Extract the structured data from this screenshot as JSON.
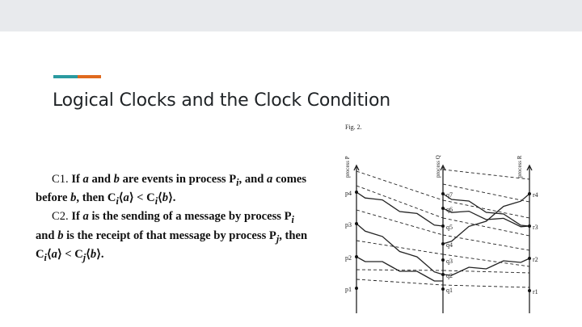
{
  "slide": {
    "title": "Logical Clocks and the Clock Condition",
    "accent_colors": {
      "teal": "#2a9aa0",
      "orange": "#e06a1e"
    },
    "band_color": "#e8eaed"
  },
  "conditions": {
    "c1_label": "C1.",
    "c1_bold1": " If ",
    "c1_a": "a",
    "c1_bold2": " and ",
    "c1_b": "b",
    "c1_bold3": " are events in process P",
    "c1_i": "i",
    "c1_bold4": ", and ",
    "c1_a2": "a",
    "c1_bold5": " comes",
    "c1_line2_1": "before ",
    "c1_line2_b": "b",
    "c1_line2_2": ", then C",
    "c1_line2_sub1": "i",
    "c1_line2_3": "⟨",
    "c1_line2_a": "a",
    "c1_line2_4": "⟩ < C",
    "c1_line2_sub2": "i",
    "c1_line2_5": "⟨",
    "c1_line2_b2": "b",
    "c1_line2_6": "⟩.",
    "c2_label": "C2.",
    "c2_1": " If ",
    "c2_a": "a",
    "c2_2": " is the sending of a message by process P",
    "c2_i": "i",
    "c2_line2_1": "and ",
    "c2_line2_b": "b",
    "c2_line2_2": " is the receipt of that message by process P",
    "c2_line2_j": "j",
    "c2_line2_3": ", then",
    "c2_line3_1": "C",
    "c2_line3_i": "i",
    "c2_line3_2": "⟨",
    "c2_line3_a": "a",
    "c2_line3_3": "⟩ < C",
    "c2_line3_j": "j",
    "c2_line3_4": "⟨",
    "c2_line3_b": "b",
    "c2_line3_5": "⟩."
  },
  "figure": {
    "caption": "Fig. 2.",
    "process_p": "process P",
    "process_q": "process Q",
    "process_r": "process R",
    "p_labels": [
      "p1",
      "p2",
      "p3",
      "p4"
    ],
    "q_labels": [
      "q1",
      "q2",
      "q3",
      "q4",
      "q5",
      "q6",
      "q7"
    ],
    "r_labels": [
      "r1",
      "r2",
      "r3",
      "r4"
    ]
  }
}
